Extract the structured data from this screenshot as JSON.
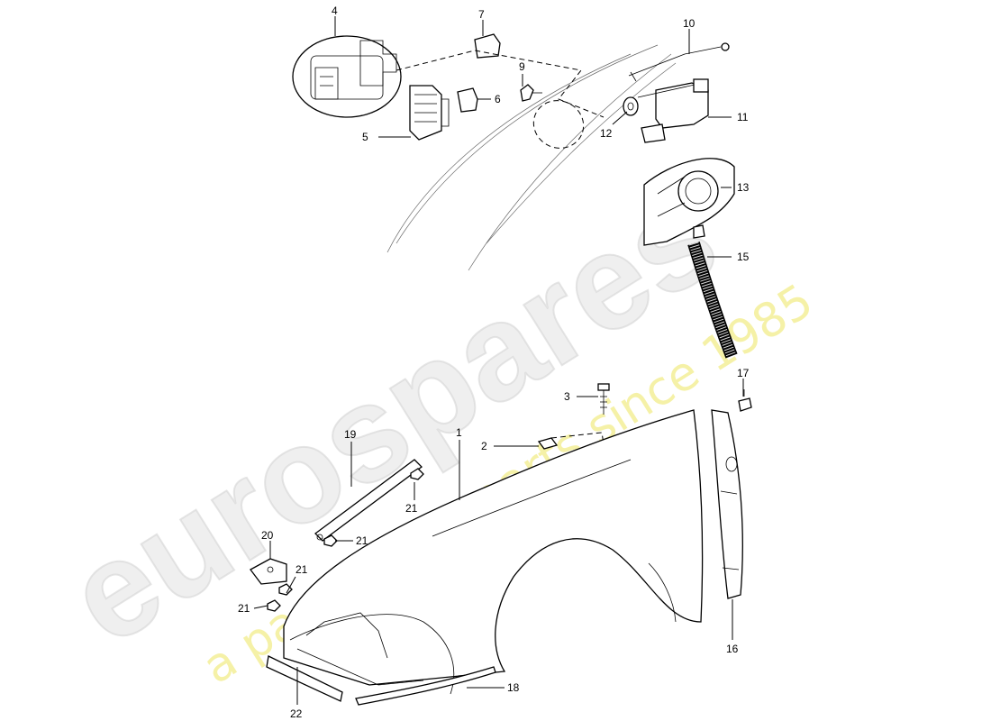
{
  "watermark": {
    "brand": "eurospares",
    "tagline": "a passion for parts since 1985"
  },
  "callouts": [
    {
      "id": "c1",
      "label": "1"
    },
    {
      "id": "c2",
      "label": "2"
    },
    {
      "id": "c3",
      "label": "3"
    },
    {
      "id": "c4",
      "label": "4"
    },
    {
      "id": "c5",
      "label": "5"
    },
    {
      "id": "c6",
      "label": "6"
    },
    {
      "id": "c7",
      "label": "7"
    },
    {
      "id": "c8",
      "label": "9"
    },
    {
      "id": "c9",
      "label": "10"
    },
    {
      "id": "c10",
      "label": "11"
    },
    {
      "id": "c11",
      "label": "12"
    },
    {
      "id": "c12",
      "label": "13"
    },
    {
      "id": "c13",
      "label": "15"
    },
    {
      "id": "c14",
      "label": "16"
    },
    {
      "id": "c15",
      "label": "17"
    },
    {
      "id": "c16",
      "label": "18"
    },
    {
      "id": "c17",
      "label": "19"
    },
    {
      "id": "c18",
      "label": "20"
    },
    {
      "id": "c19",
      "label": "21"
    },
    {
      "id": "c20",
      "label": "21"
    },
    {
      "id": "c21",
      "label": "21"
    },
    {
      "id": "c22",
      "label": "21"
    },
    {
      "id": "c23",
      "label": "22"
    }
  ]
}
